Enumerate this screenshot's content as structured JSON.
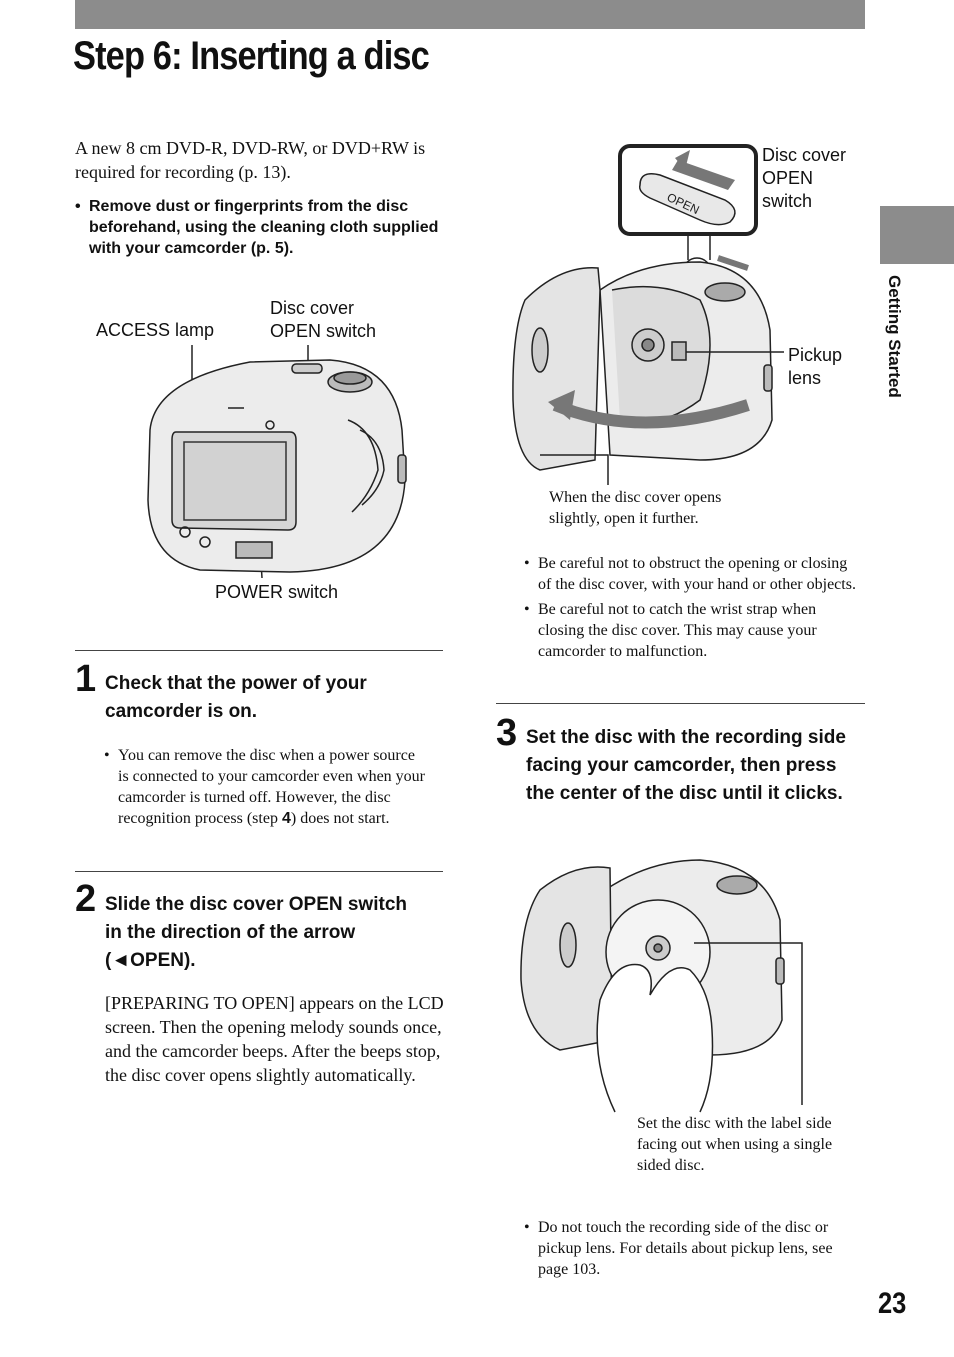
{
  "page": {
    "title": "Step 6: Inserting a disc",
    "section_tab": "Getting Started",
    "page_number": "23"
  },
  "intro": {
    "text": "A new 8 cm DVD-R, DVD-RW, or DVD+RW is required for recording (p. 13).",
    "bullet": "Remove dust or fingerprints from the disc beforehand, using the cleaning cloth supplied with your camcorder (p. 5)."
  },
  "figure1": {
    "access_lamp": "ACCESS lamp",
    "disc_cover_switch_line1": "Disc cover",
    "disc_cover_switch_line2": "OPEN switch",
    "power_switch": "POWER switch"
  },
  "step1": {
    "number": "1",
    "heading": "Check that the power of your camcorder is on.",
    "note_before": "You can remove the disc when a power source is connected to your camcorder even when your camcorder is turned off. However, the disc recognition process (step ",
    "note_step_ref": "4",
    "note_after": ") does not start."
  },
  "step2": {
    "number": "2",
    "heading_line1": "Slide the disc cover OPEN switch",
    "heading_line2": "in the direction of the arrow",
    "heading_line3": "(◄OPEN).",
    "body": "[PREPARING TO OPEN] appears on the LCD screen. Then the opening melody sounds once, and the camcorder beeps. After the beeps stop, the disc cover opens slightly automatically."
  },
  "figure2": {
    "open_badge": "OPEN",
    "switch_line1": "Disc cover",
    "switch_line2": "OPEN",
    "switch_line3": "switch",
    "pickup_line1": "Pickup",
    "pickup_line2": "lens",
    "caption_line1": "When the disc cover opens",
    "caption_line2": "slightly, open it further."
  },
  "notes2": [
    "Be careful not to obstruct the opening or closing of the disc cover, with your hand or other objects.",
    "Be careful not to catch the wrist strap when closing the disc cover. This may cause your camcorder to malfunction."
  ],
  "step3": {
    "number": "3",
    "heading": "Set the disc with the recording side facing your camcorder, then press the center of the disc until it clicks."
  },
  "figure3": {
    "caption": "Set the disc with the label side facing out when using a single sided disc."
  },
  "notes3": [
    "Do not touch the recording side of the disc or pickup lens. For details about pickup lens, see page 103."
  ]
}
